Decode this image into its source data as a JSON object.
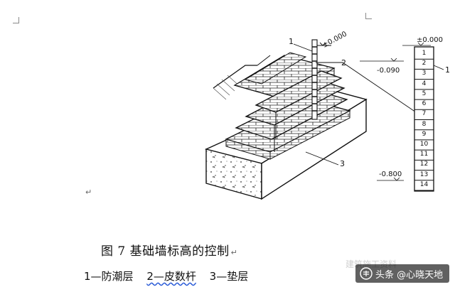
{
  "diagram": {
    "callouts": {
      "left_pole": "1",
      "left_course": "2",
      "base": "3",
      "right_pole": "1"
    },
    "elevations": {
      "top_left": "±0.000",
      "top_right": "±0.000",
      "damp_course": "-0.090",
      "bottom": "-0.800"
    },
    "rod_courses": [
      "1",
      "2",
      "3",
      "4",
      "5",
      "6",
      "7",
      "8",
      "9",
      "10",
      "11",
      "12",
      "13",
      "14"
    ]
  },
  "caption": {
    "text": "图 7    基础墙标高的控制",
    "legend": [
      "1—防潮层",
      "2—皮数杆",
      "3—垫层"
    ]
  },
  "watermark": {
    "source": "建筑施工资料",
    "author": "头条 @心晓天地"
  },
  "colors": {
    "ink": "#111111",
    "mark": "#8a8a8a",
    "squiggle": "#2a5bd7"
  }
}
